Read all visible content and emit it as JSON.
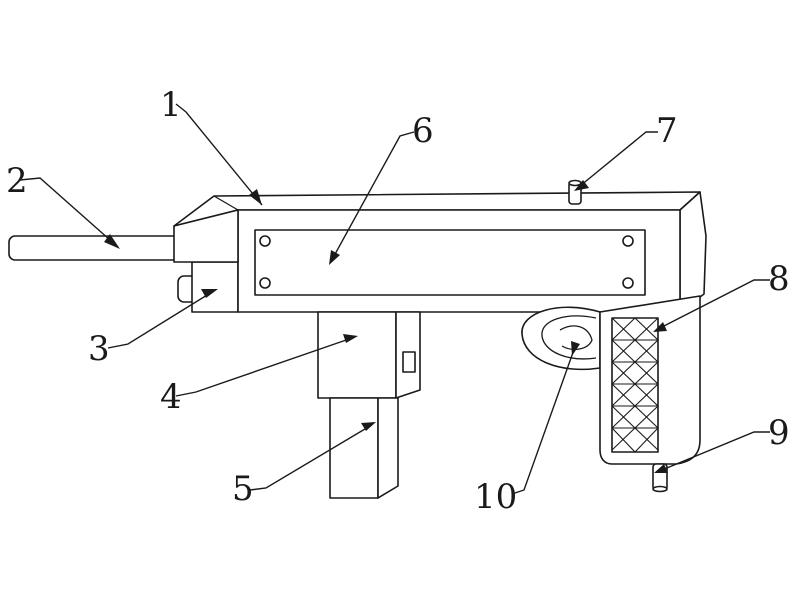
{
  "figure": {
    "callouts": [
      {
        "id": "1",
        "text": "1"
      },
      {
        "id": "2",
        "text": "2"
      },
      {
        "id": "3",
        "text": "3"
      },
      {
        "id": "4",
        "text": "4"
      },
      {
        "id": "5",
        "text": "5"
      },
      {
        "id": "6",
        "text": "6"
      },
      {
        "id": "7",
        "text": "7"
      },
      {
        "id": "8",
        "text": "8"
      },
      {
        "id": "9",
        "text": "9"
      },
      {
        "id": "10",
        "text": "10"
      }
    ]
  },
  "colors": {
    "line": "#1a1a1a",
    "background": "#ffffff"
  }
}
